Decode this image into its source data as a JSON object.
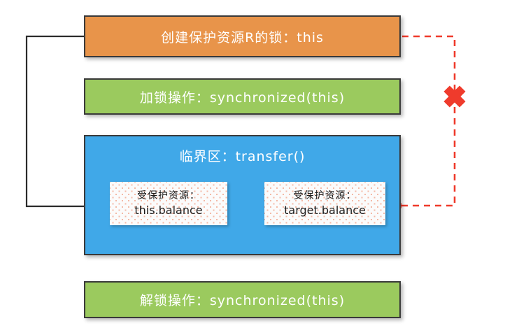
{
  "diagram": {
    "title": "synchronized lock protecting two resources",
    "colors": {
      "orange": "#e8944a",
      "green": "#9bca5e",
      "blue": "#40a8e8",
      "red": "#ef3b2c",
      "black": "#2b2b2b",
      "box_border": "#3a3a3a",
      "resource_bg": "#fbfbfb",
      "resource_dots": "#f4b9a6"
    },
    "boxes": {
      "create_lock": "创建保护资源R的锁：this",
      "lock_operation": "加锁操作：synchronized(this)",
      "critical_section": "临界区：transfer()",
      "unlock_operation": "解锁操作：synchronized(this)"
    },
    "resources": [
      {
        "label": "受保护资源：",
        "value": "this.balance"
      },
      {
        "label": "受保护资源：",
        "value": "target.balance"
      }
    ],
    "connectors": {
      "allowed": {
        "style": "solid",
        "color": "#2b2b2b",
        "from": "创建保护资源R的锁：this",
        "to": "this.balance"
      },
      "blocked": {
        "style": "dashed",
        "color": "#ef3b2c",
        "from": "创建保护资源R的锁：this",
        "to": "target.balance",
        "marker": "x-mark"
      }
    }
  }
}
